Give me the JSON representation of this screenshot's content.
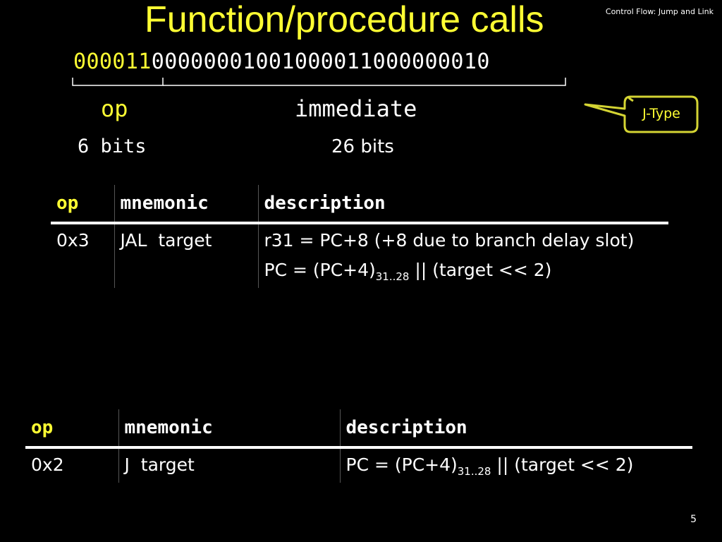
{
  "title": "Function/procedure calls",
  "header_note": "Control Flow: Jump and Link",
  "encoding": {
    "op_bits": "000011",
    "imm_bits": "00000001001000011000000010",
    "op_label": "op",
    "imm_label": "immediate",
    "op_size": "6 bits",
    "imm_size": "26 bits",
    "callout": "J-Type"
  },
  "table_jal": {
    "headers": [
      "op",
      "mnemonic",
      "description"
    ],
    "op": "0x3",
    "mnemonic": "JAL  target",
    "desc_line1": "r31 = PC+8 (+8 due to branch delay slot)",
    "desc_pc": "PC = (PC+4)",
    "desc_sub": "31..28",
    "desc_rest": " || (target << 2)"
  },
  "table_j": {
    "headers": [
      "op",
      "mnemonic",
      "description"
    ],
    "op": "0x2",
    "mnemonic": "J  target",
    "desc_pc": "PC = (PC+4)",
    "desc_sub": "31..28",
    "desc_rest": " || (target << 2)"
  },
  "page_number": "5",
  "colors": {
    "accent": "#ffff33",
    "background": "#000000",
    "text": "#ffffff"
  }
}
